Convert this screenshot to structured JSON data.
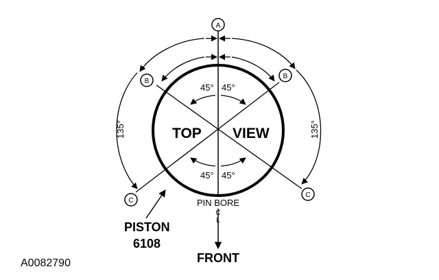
{
  "view": {
    "left_word": "TOP",
    "right_word": "VIEW"
  },
  "angles": {
    "top_left": "45°",
    "top_right": "45°",
    "bottom_left": "45°",
    "bottom_right": "45°",
    "left_outer": "135°",
    "right_outer": "135°"
  },
  "points": {
    "a": "A",
    "b_left": "B",
    "b_right": "B",
    "c_left": "C",
    "c_right": "C"
  },
  "labels": {
    "pin_bore": "PIN BORE",
    "centerline_c": "C",
    "centerline_l": "L",
    "piston": "PISTON",
    "piston_number": "6108",
    "front": "FRONT",
    "figure_id": "A0082790"
  }
}
